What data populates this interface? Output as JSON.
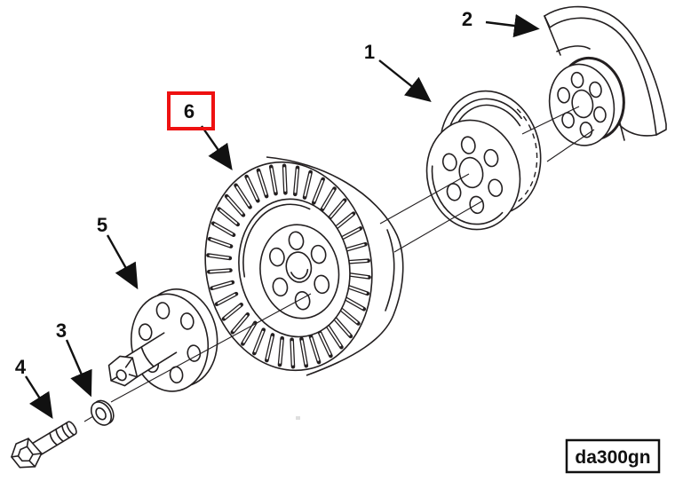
{
  "figure": {
    "type": "exploded-parts-diagram",
    "drawing_code": "da300gn",
    "background_color": "#ffffff",
    "line_color": "#231f20",
    "highlight_color": "#ee1111"
  },
  "callouts": [
    {
      "label": "1",
      "highlighted": false
    },
    {
      "label": "2",
      "highlighted": false
    },
    {
      "label": "3",
      "highlighted": false
    },
    {
      "label": "4",
      "highlighted": false
    },
    {
      "label": "5",
      "highlighted": false
    },
    {
      "label": "6",
      "highlighted": true
    }
  ]
}
